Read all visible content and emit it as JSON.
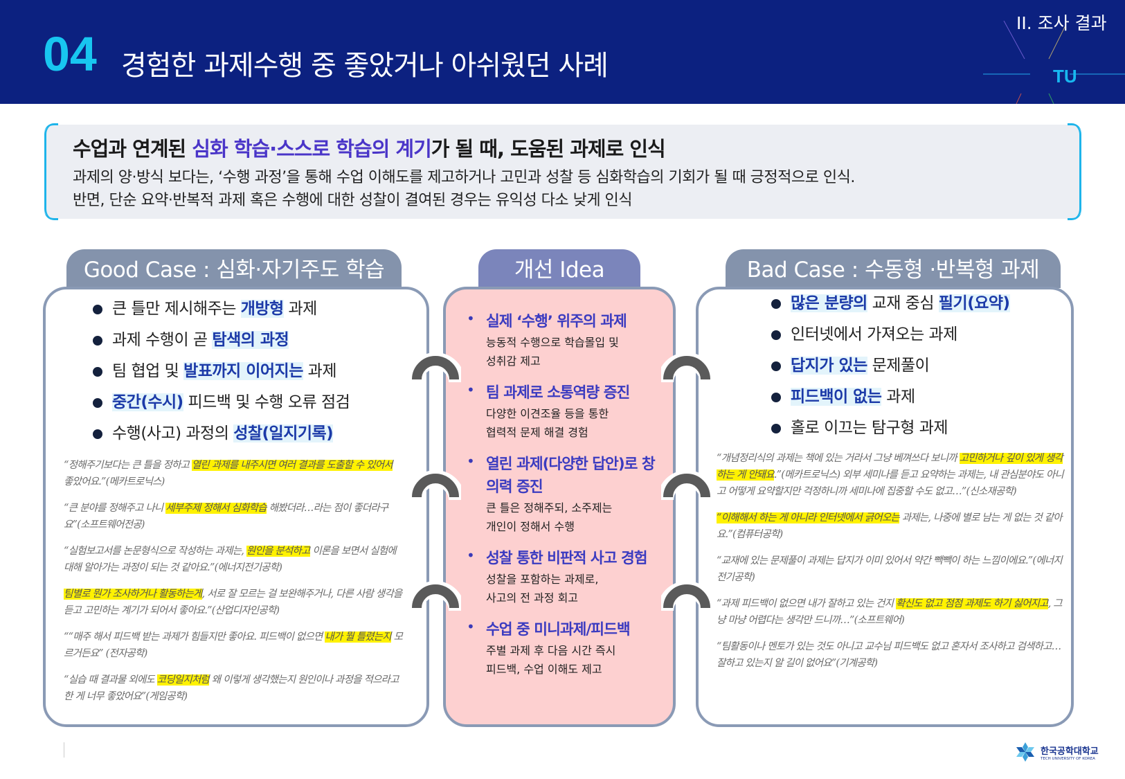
{
  "header": {
    "number": "04",
    "title": "경험한 과제수행 중 좋았거나 아쉬웠던 사례",
    "section": "II. 조사 결과",
    "logo_mark": "TU"
  },
  "summary": {
    "heading": [
      {
        "t": "수업과 연계된 "
      },
      {
        "t": "심화 학습·스스로 학습의 계기",
        "hl": true
      },
      {
        "t": "가 될 때, 도움된 과제로 인식"
      }
    ],
    "line1": "과제의 양·방식 보다는, ‘수행 과정’을 통해 수업 이해도를 제고하거나 고민과 성찰 등 심화학습의 기회가 될 때 긍정적으로 인식.",
    "line2": "반면, 단순 요약·반복적 과제 혹은 수행에 대한 성찰이 결여된 경우는 유익성 다소 낮게 인식"
  },
  "good": {
    "tab": "Good Case : 심화·자기주도 학습",
    "bullets": [
      [
        {
          "t": "큰 틀만 제시해주는 "
        },
        {
          "t": "개방형",
          "hl": true
        },
        {
          "t": " 과제"
        }
      ],
      [
        {
          "t": "과제 수행이 곧 "
        },
        {
          "t": "탐색의 과정",
          "hl": true
        }
      ],
      [
        {
          "t": "팀 협업 및 "
        },
        {
          "t": "발표까지 이어지는",
          "hl": true
        },
        {
          "t": " 과제"
        }
      ],
      [
        {
          "t": "중간(수시)",
          "hl": true
        },
        {
          "t": " 피드백 및 수행 오류 점검"
        }
      ],
      [
        {
          "t": "수행(사고) 과정의 "
        },
        {
          "t": "성찰(일지기록)",
          "hl": true
        }
      ]
    ],
    "quotes": [
      [
        {
          "t": "“정해주기보다는 큰 틀을 정하고 "
        },
        {
          "t": "열린 과제를 내주시면 여러 결과를 도출할 수 있어서",
          "hl": true
        },
        {
          "t": " 좋았어요.”(메카트로닉스)"
        }
      ],
      [
        {
          "t": "“큰 분야를 정해주고 나니 "
        },
        {
          "t": "세부주제 정해서 심화학습",
          "hl": true
        },
        {
          "t": " 해봤더라…라는 점이 좋더라구요”(소프트웨어전공)"
        }
      ],
      [
        {
          "t": "“실험보고서를 논문형식으로 작성하는 과제는, "
        },
        {
          "t": "원인을 분석하고",
          "hl": true
        },
        {
          "t": " 이론을 보면서 실험에 대해 알아가는 과정이 되는 것 같아요.”(에너지전기공학)"
        }
      ],
      [
        {
          "t": "팀별로 뭔가 조사하거나 활동하는게",
          "hl": true
        },
        {
          "t": ", 서로 잘 모르는 걸 보완해주거나, 다른 사람 생각을 듣고 고민하는 계기가 되어서 좋아요.”(산업디자인공학)"
        }
      ],
      [
        {
          "t": "““매주 해서 피드백 받는 과제가 힘들지만 좋아요. 피드백이 없으면 "
        },
        {
          "t": "내가 뭘 틀렸는지",
          "hl": true
        },
        {
          "t": " 모르거든요” (전자공학)"
        }
      ],
      [
        {
          "t": "“실습 때 결과물 외에도 "
        },
        {
          "t": "코딩일지처럼",
          "hl": true
        },
        {
          "t": " 왜 이렇게 생각했는지 원인이나 과정을 적으라고 한 게 너무 좋았어요”(게임공학)"
        }
      ]
    ]
  },
  "idea": {
    "tab": "개선 Idea",
    "items": [
      {
        "title": "실제 ‘수행’ 위주의 과제",
        "desc": "능동적 수행으로 학습몰입 및\n성취감 제고"
      },
      {
        "title": "팀 과제로 소통역량 증진",
        "desc": "다양한 이견조율 등을 통한\n협력적 문제 해결 경험"
      },
      {
        "title": "열린 과제(다양한 답안)로 창의력 증진",
        "desc": "큰 틀은 정해주되, 소주제는\n개인이 정해서 수행"
      },
      {
        "title": "성찰 통한 비판적 사고 경험",
        "desc": "성찰을 포함하는 과제로,\n사고의 전 과정 회고"
      },
      {
        "title": "수업 중 미니과제/피드백",
        "desc": "주별 과제 후 다음 시간 즉시\n피드백, 수업 이해도 제고"
      }
    ]
  },
  "bad": {
    "tab": "Bad Case : 수동형 ·반복형 과제",
    "bullets": [
      [
        {
          "t": "많은 분량의",
          "hl": true
        },
        {
          "t": " 교재 중심 "
        },
        {
          "t": "필기(요약)",
          "hl": true
        }
      ],
      [
        {
          "t": "인터넷에서 가져오는 과제"
        }
      ],
      [
        {
          "t": "답지가 있는",
          "hl": true
        },
        {
          "t": " 문제풀이"
        }
      ],
      [
        {
          "t": "피드백이 없는",
          "hl": true
        },
        {
          "t": " 과제"
        }
      ],
      [
        {
          "t": "홀로 이끄는 탐구형 과제"
        }
      ]
    ],
    "quotes": [
      [
        {
          "t": "“개념정리식의 과제는 책에 있는 거라서 그냥 베껴쓰다 보니까 "
        },
        {
          "t": "고민하거나 깊이 있게 생각하는 게 안돼요",
          "hl": true
        },
        {
          "t": ".”(메카트로닉스) 외부 세미나를 듣고 요약하는 과제는, 내 관심분야도 아니고 어떻게 요약할지만 걱정하니까 세미나에 집중할 수도 없고…”(신소재공학)"
        }
      ],
      [
        {
          "t": "“이해해서 하는 게 아니라 인터넷에서 긁어오는",
          "hl": true
        },
        {
          "t": " 과제는, 나중에 별로 남는 게 없는 것 같아요.”(컴퓨터공학)"
        }
      ],
      [
        {
          "t": "“교재에 있는 문제풀이 과제는 답지가 이미 있어서 약간 빽빽이 하는 느낌이에요.”(에너지전기공학)"
        }
      ],
      [
        {
          "t": "“과제 피드백이 없으면 내가 잘하고 있는 건지 "
        },
        {
          "t": "확신도 없고 점점 과제도 하기 싫어지고",
          "hl": true
        },
        {
          "t": ", 그냥 마냥 어렵다는 생각만 드니까…”(소프트웨어)"
        }
      ],
      [
        {
          "t": "“팀활동이나 멘토가 있는 것도 아니고 교수님 피드백도 없고 혼자서 조사하고 검색하고…잘하고 있는지 알 길이 없어요”(기계공학)"
        }
      ]
    ]
  },
  "footer": {
    "logo_ko": "한국공학대학교",
    "logo_en": "TECH UNIVERSITY OF KOREA"
  },
  "colors": {
    "navy": "#0c2180",
    "cyan": "#18c6f0",
    "highlight": "#fff200",
    "idea_bg": "#fdd0d0"
  }
}
